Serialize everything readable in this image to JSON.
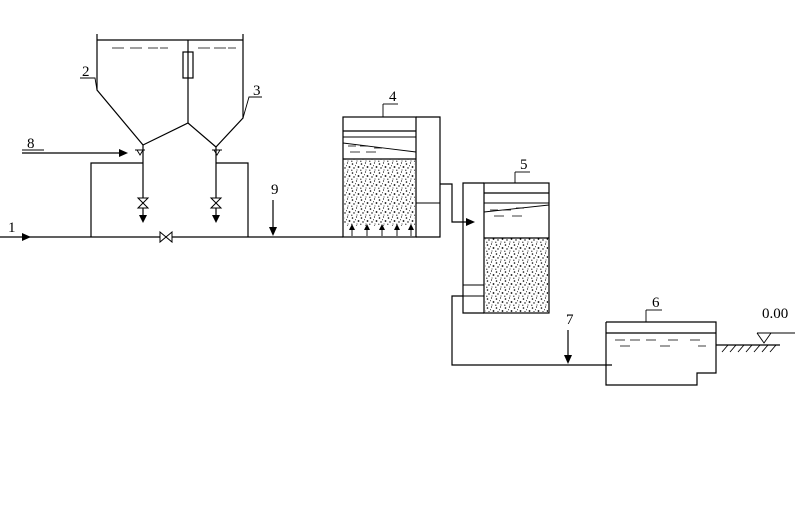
{
  "labels": {
    "l1": "1",
    "l2": "2",
    "l3": "3",
    "l4": "4",
    "l5": "5",
    "l6": "6",
    "l7": "7",
    "l8": "8",
    "l9": "9",
    "elevation": "0.00"
  }
}
